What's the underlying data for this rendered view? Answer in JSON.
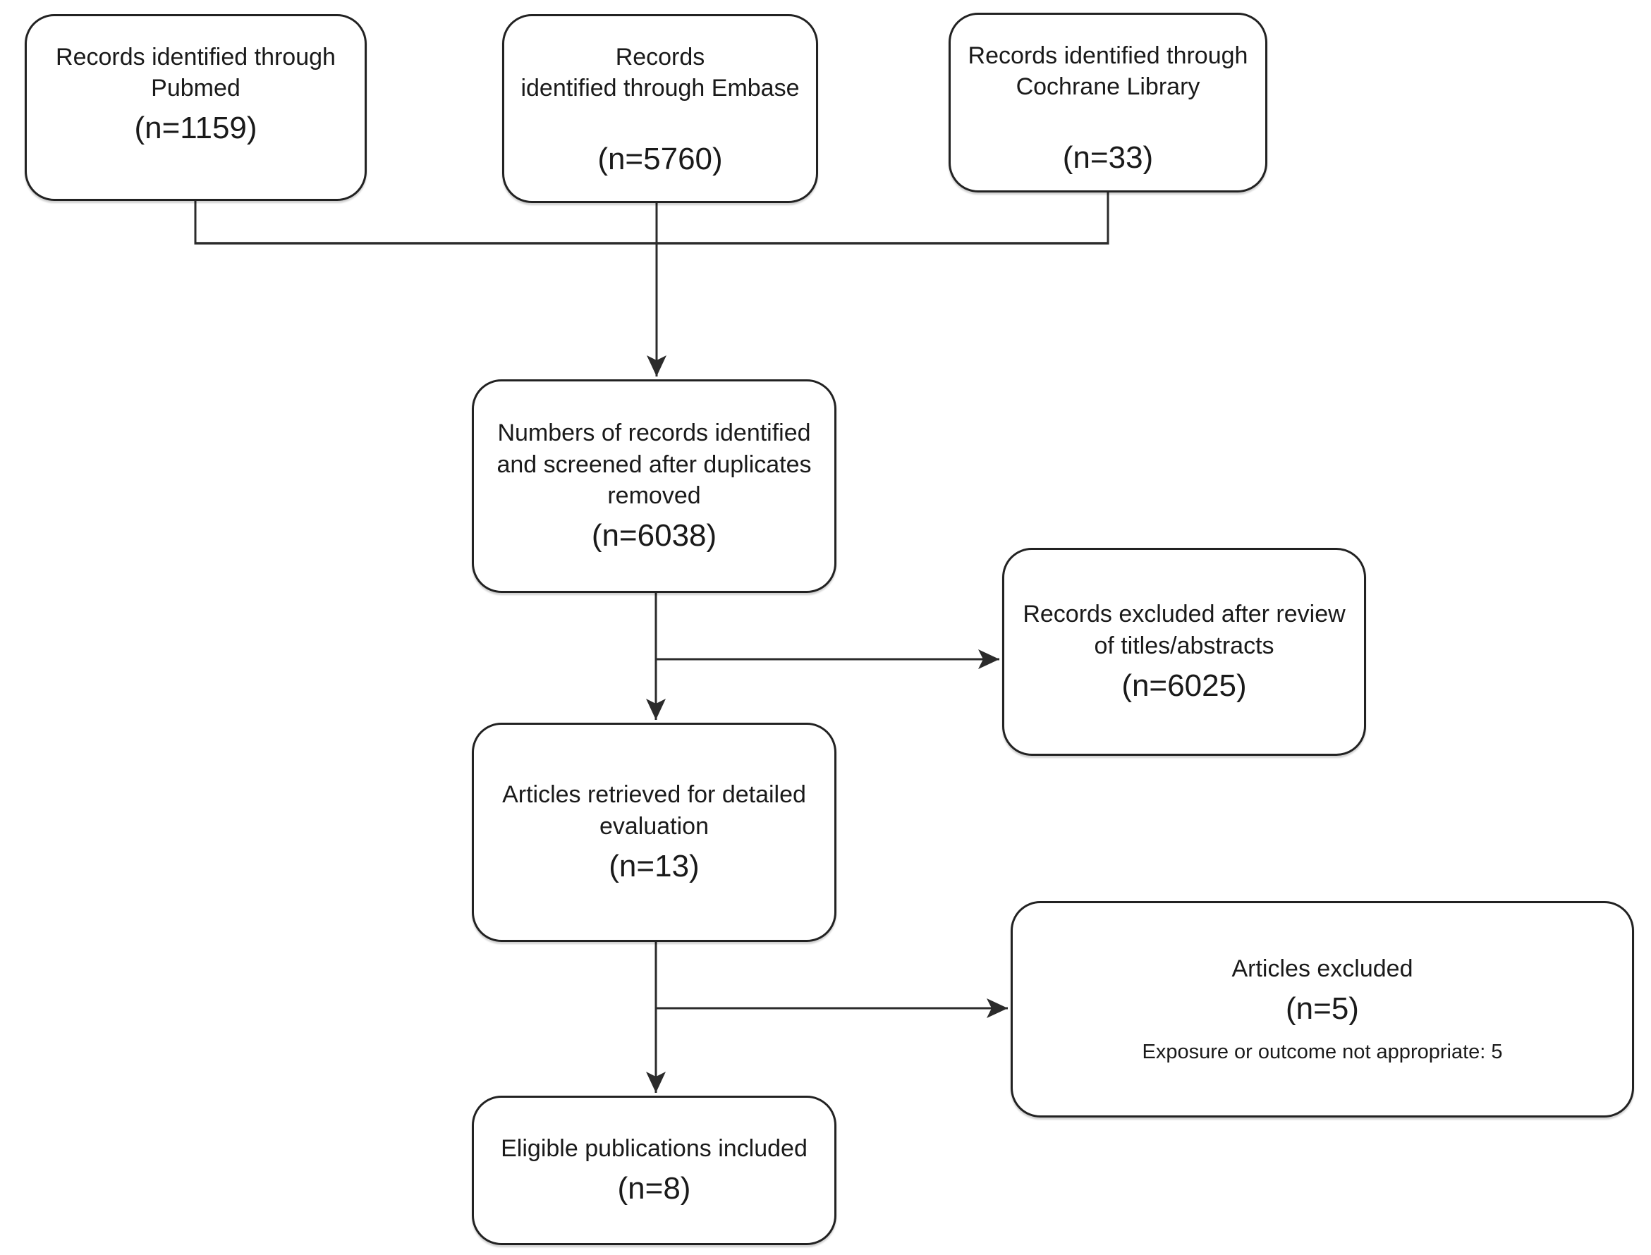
{
  "colors": {
    "background": "#ffffff",
    "box_border": "#222222",
    "connector_line": "#2b2b2b",
    "text": "#1a1a1a"
  },
  "diagram": {
    "type": "flowchart",
    "boxes": {
      "pubmed": {
        "line1": "Records identified through",
        "line2": "Pubmed",
        "count": "(n=1159)"
      },
      "embase": {
        "line1": "Records",
        "line2": "identified through Embase",
        "count": "(n=5760)"
      },
      "cochrane": {
        "line1": "Records identified through",
        "line2": "Cochrane Library",
        "count": "(n=33)"
      },
      "screened": {
        "line1": "Numbers of records identified",
        "line2": "and screened after duplicates",
        "line3": "removed",
        "count": "(n=6038)"
      },
      "excluded_titles": {
        "line1": "Records excluded after review",
        "line2": "of titles/abstracts",
        "count": "(n=6025)"
      },
      "retrieved": {
        "line1": "Articles retrieved for detailed",
        "line2": "evaluation",
        "count": "(n=13)"
      },
      "articles_excluded": {
        "line1": "Articles excluded",
        "count": "(n=5)",
        "note": "Exposure or outcome not appropriate: 5"
      },
      "included": {
        "line1": "Eligible publications included",
        "count": "(n=8)"
      }
    }
  }
}
